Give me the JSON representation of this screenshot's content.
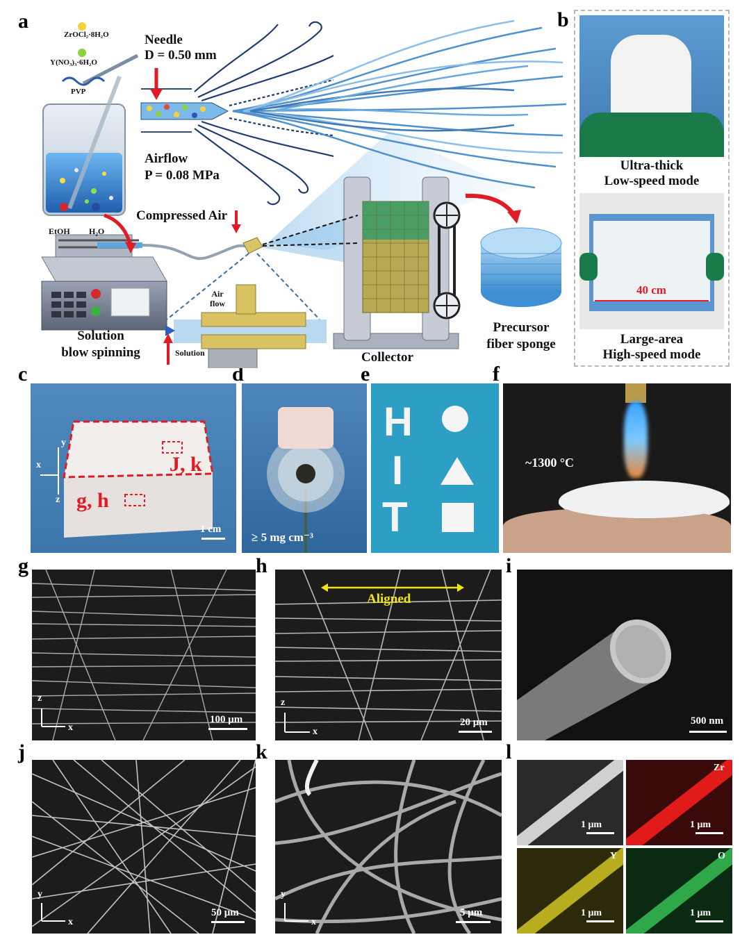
{
  "panels": {
    "a": {
      "label": "a",
      "chem1": "ZrOCl₂·8H₂O",
      "chem2": "Y(NO₃)₃·6H₂O",
      "chem3": "PVP",
      "needle_line1": "Needle",
      "needle_line2": "D = 0.50 mm",
      "airflow_line1": "Airflow",
      "airflow_line2": "P = 0.08 MPa",
      "compressed_air": "Compressed Air",
      "etoh": "EtOH",
      "h2o": "H₂O",
      "air_flow_line1": "Air",
      "air_flow_line2": "flow",
      "solution_small": "Solution",
      "solution_line1": "Solution",
      "solution_line2": "blow spinning",
      "collector": "Collector",
      "precursor_line1": "Precursor",
      "precursor_line2": "fiber sponge"
    },
    "b": {
      "label": "b",
      "top_line1": "Ultra-thick",
      "top_line2": "Low-speed mode",
      "width_label": "40 cm",
      "bottom_line1": "Large-area",
      "bottom_line2": "High-speed mode"
    },
    "c": {
      "label": "c",
      "region_top": "J, k",
      "region_side": "g, h",
      "axis_y": "y",
      "axis_x": "x",
      "axis_z": "z",
      "scale": "1 cm"
    },
    "d": {
      "label": "d",
      "density": "≥ 5 mg cm⁻³"
    },
    "e": {
      "label": "e",
      "letter_h": "H",
      "letter_i": "I",
      "letter_t": "T"
    },
    "f": {
      "label": "f",
      "temperature": "~1300 °C"
    },
    "g": {
      "label": "g",
      "axis_z": "z",
      "axis_x": "x",
      "scale": "100 μm"
    },
    "h": {
      "label": "h",
      "aligned": "Aligned",
      "axis_z": "z",
      "axis_x": "x",
      "scale": "20 μm"
    },
    "i": {
      "label": "i",
      "scale": "500 nm"
    },
    "j": {
      "label": "j",
      "axis_y": "y",
      "axis_x": "x",
      "scale": "50 μm"
    },
    "k": {
      "label": "k",
      "axis_y": "y",
      "axis_x": "x",
      "scale": "5 μm"
    },
    "l": {
      "label": "l",
      "scale": "1 μm",
      "el_zr": "Zr",
      "el_y": "Y",
      "el_o": "O"
    }
  },
  "colors": {
    "red_arrow": "#e01b24",
    "sem_bg": "#1c1c1c",
    "photo_blue": "#4c86b6",
    "teal_bg": "#2f9fc2",
    "fiber_blue": "#3d86c9",
    "yellow_label": "#f3e60b"
  }
}
